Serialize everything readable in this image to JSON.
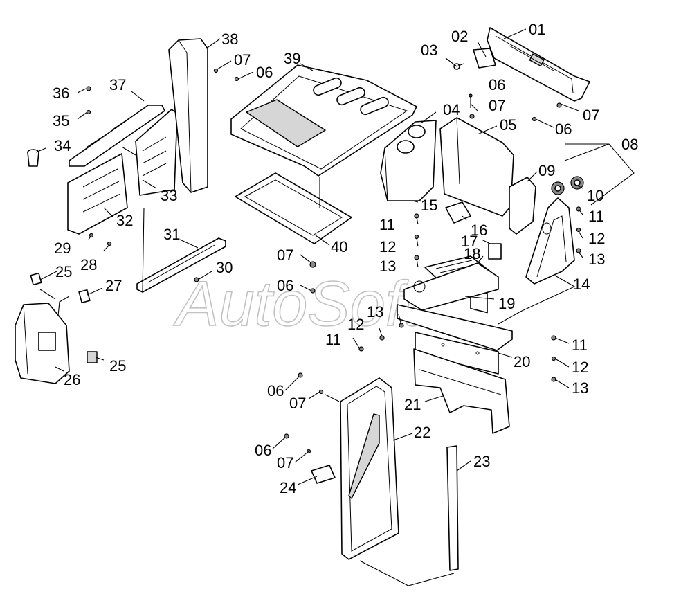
{
  "watermark": "AutoSoft",
  "callouts": [
    {
      "id": "01",
      "label": "01"
    },
    {
      "id": "02",
      "label": "02"
    },
    {
      "id": "03",
      "label": "03"
    },
    {
      "id": "04",
      "label": "04"
    },
    {
      "id": "05",
      "label": "05"
    },
    {
      "id": "06a",
      "label": "06"
    },
    {
      "id": "07a",
      "label": "07"
    },
    {
      "id": "07b",
      "label": "07"
    },
    {
      "id": "06b",
      "label": "06"
    },
    {
      "id": "08",
      "label": "08"
    },
    {
      "id": "09",
      "label": "09"
    },
    {
      "id": "10",
      "label": "10"
    },
    {
      "id": "11a",
      "label": "11"
    },
    {
      "id": "12a",
      "label": "12"
    },
    {
      "id": "13a",
      "label": "13"
    },
    {
      "id": "14",
      "label": "14"
    },
    {
      "id": "15",
      "label": "15"
    },
    {
      "id": "16",
      "label": "16"
    },
    {
      "id": "17",
      "label": "17"
    },
    {
      "id": "18",
      "label": "18"
    },
    {
      "id": "19",
      "label": "19"
    },
    {
      "id": "11b",
      "label": "11"
    },
    {
      "id": "12b",
      "label": "12"
    },
    {
      "id": "13b",
      "label": "13"
    },
    {
      "id": "13c",
      "label": "13"
    },
    {
      "id": "12c",
      "label": "12"
    },
    {
      "id": "11c",
      "label": "11"
    },
    {
      "id": "20",
      "label": "20"
    },
    {
      "id": "11d",
      "label": "11"
    },
    {
      "id": "12d",
      "label": "12"
    },
    {
      "id": "13d",
      "label": "13"
    },
    {
      "id": "21",
      "label": "21"
    },
    {
      "id": "22",
      "label": "22"
    },
    {
      "id": "23",
      "label": "23"
    },
    {
      "id": "24",
      "label": "24"
    },
    {
      "id": "06c",
      "label": "06"
    },
    {
      "id": "07c",
      "label": "07"
    },
    {
      "id": "06d",
      "label": "06"
    },
    {
      "id": "07d",
      "label": "07"
    },
    {
      "id": "25a",
      "label": "25"
    },
    {
      "id": "25b",
      "label": "25"
    },
    {
      "id": "26",
      "label": "26"
    },
    {
      "id": "27",
      "label": "27"
    },
    {
      "id": "28",
      "label": "28"
    },
    {
      "id": "29",
      "label": "29"
    },
    {
      "id": "30",
      "label": "30"
    },
    {
      "id": "31",
      "label": "31"
    },
    {
      "id": "32",
      "label": "32"
    },
    {
      "id": "33",
      "label": "33"
    },
    {
      "id": "34",
      "label": "34"
    },
    {
      "id": "35",
      "label": "35"
    },
    {
      "id": "36",
      "label": "36"
    },
    {
      "id": "37",
      "label": "37"
    },
    {
      "id": "38",
      "label": "38"
    },
    {
      "id": "07e",
      "label": "07"
    },
    {
      "id": "06e",
      "label": "06"
    },
    {
      "id": "39",
      "label": "39"
    },
    {
      "id": "40",
      "label": "40"
    },
    {
      "id": "07f",
      "label": "07"
    },
    {
      "id": "06f",
      "label": "06"
    }
  ]
}
